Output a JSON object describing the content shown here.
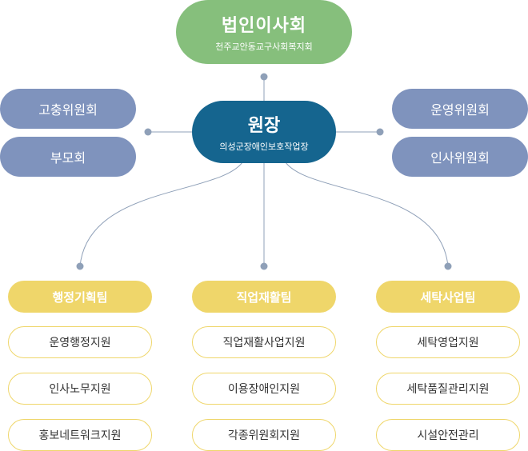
{
  "board": {
    "title": "법인이사회",
    "subtitle": "천주교안동교구사회복지회"
  },
  "director": {
    "title": "원장",
    "subtitle": "의성군장애인보호작업장"
  },
  "committees": {
    "left": [
      "고충위원회",
      "부모회"
    ],
    "right": [
      "운영위원회",
      "인사위원회"
    ]
  },
  "teams": [
    {
      "name": "행정기획팀",
      "subs": [
        "운영행정지원",
        "인사노무지원",
        "홍보네트워크지원"
      ]
    },
    {
      "name": "직업재활팀",
      "subs": [
        "직업재활사업지원",
        "이용장애인지원",
        "각종위원회지원"
      ]
    },
    {
      "name": "세탁사업팀",
      "subs": [
        "세탁영업지원",
        "세탁품질관리지원",
        "시설안전관리"
      ]
    }
  ],
  "colors": {
    "board": "#86bf7c",
    "director": "#15658f",
    "committee": "#7f93bd",
    "team": "#efd66a",
    "line": "#8fa0b8"
  }
}
